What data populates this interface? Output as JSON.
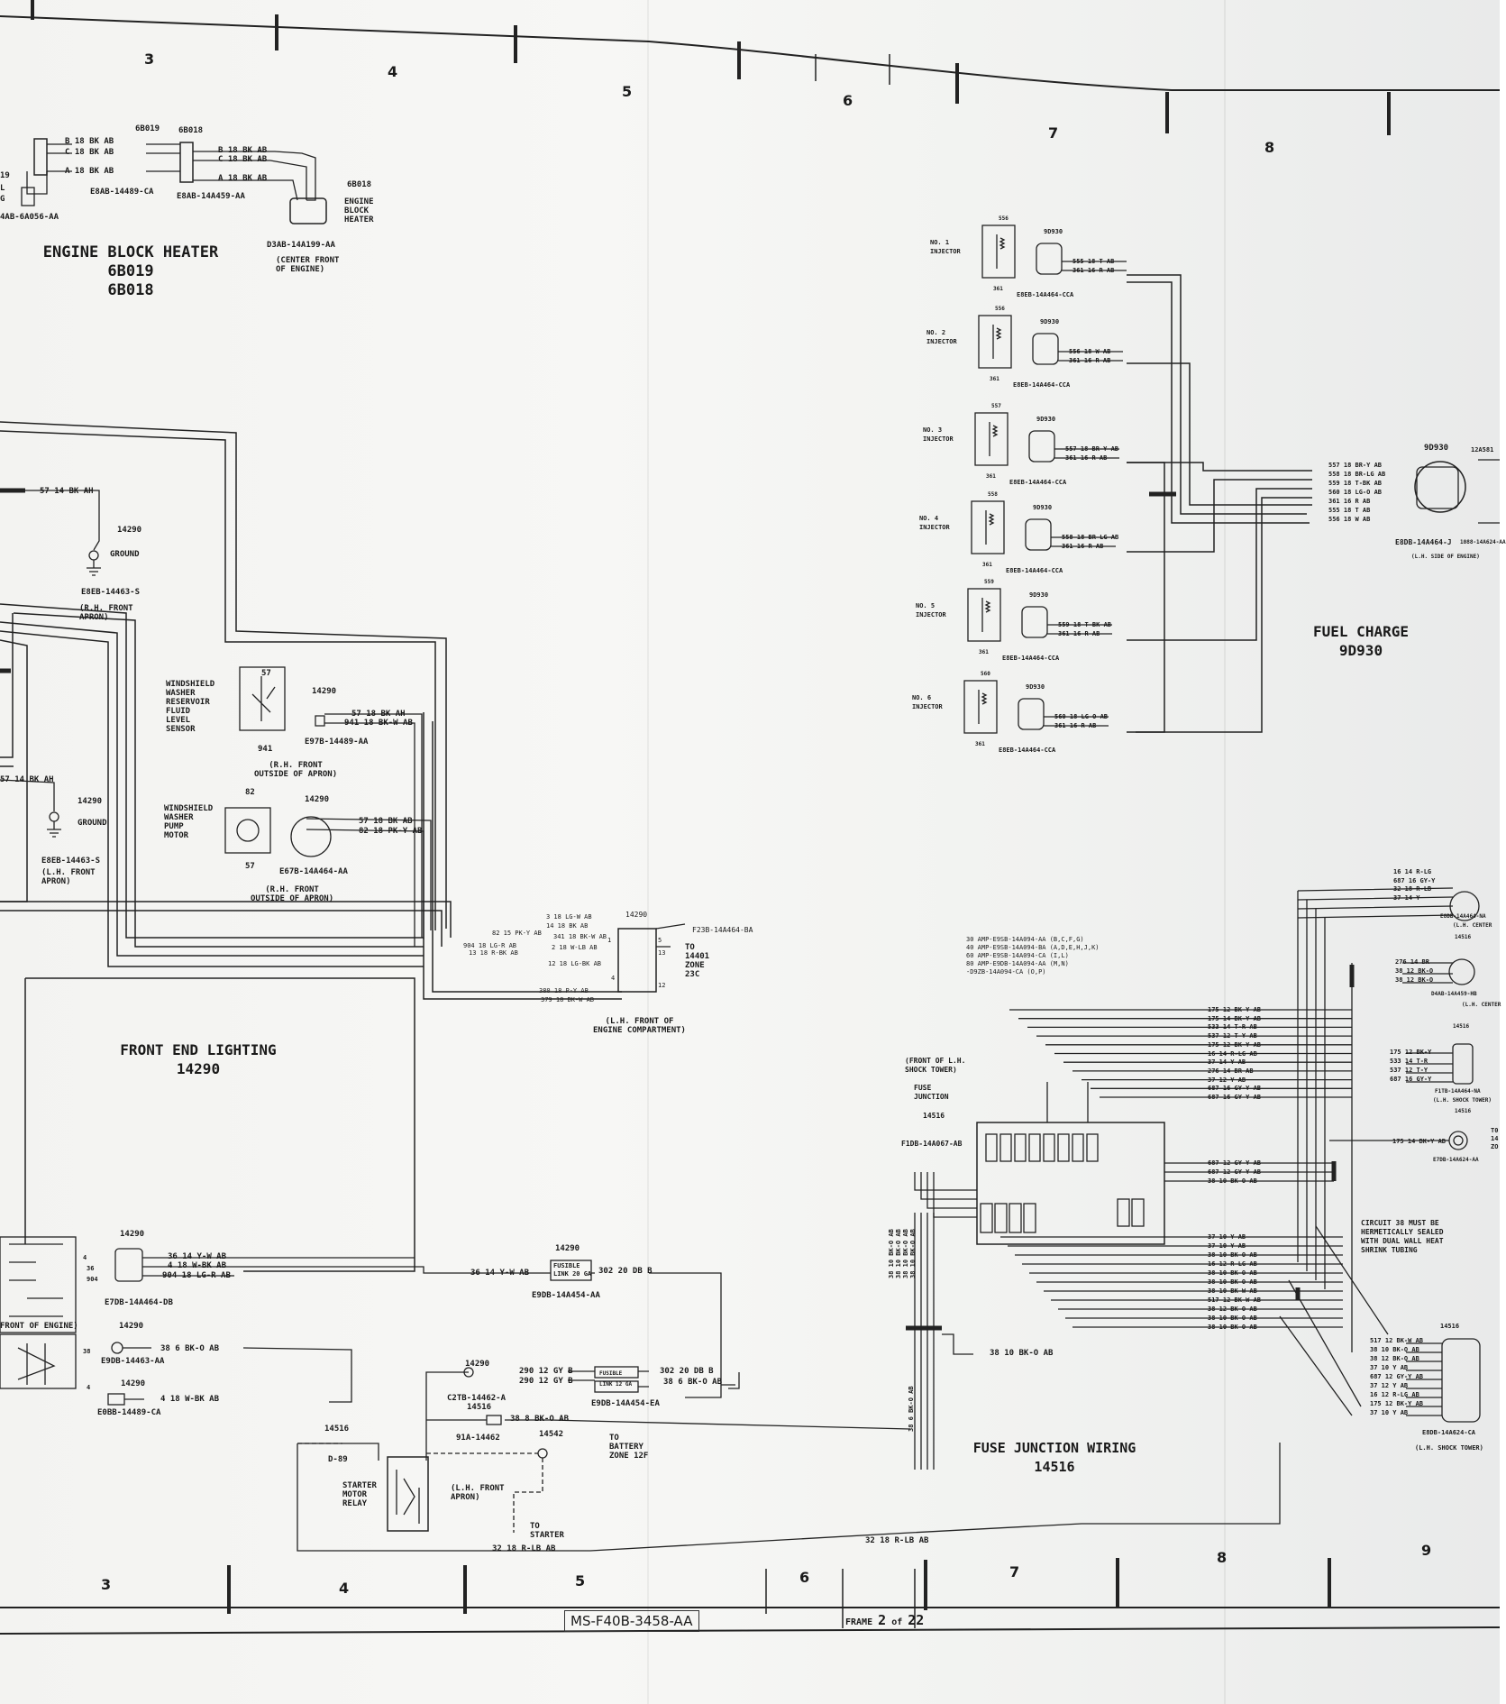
{
  "zones": {
    "top": [
      "3",
      "4",
      "5",
      "6",
      "7",
      "8"
    ],
    "bottom": [
      "3",
      "4",
      "5",
      "6",
      "7",
      "8",
      "9"
    ]
  },
  "titles": {
    "engine_block_heater": [
      "ENGINE BLOCK HEATER",
      "6B019",
      "6B018"
    ],
    "fuel_charge": [
      "FUEL CHARGE",
      "9D930"
    ],
    "front_end_lighting": [
      "FRONT END LIGHTING",
      "14290"
    ],
    "fuse_junction_wiring": [
      "FUSE JUNCTION WIRING",
      "14516"
    ]
  },
  "block_heater": {
    "c1_id": "6B019",
    "c1_wires": [
      "B 18 BK AB",
      "C 18 BK AB",
      "A 18 BK AB"
    ],
    "c1_part": "E8AB-14489-CA",
    "c2_id": "6B018",
    "c2_wires": [
      "B 18 BK AB",
      "C 18 BK AB",
      "A 18 BK AB"
    ],
    "c2_part": "E8AB-14A459-AA",
    "heater_id": "6B018",
    "heater_label": [
      "ENGINE",
      "BLOCK",
      "HEATER"
    ],
    "heater_part": "D3AB-14A199-AA",
    "heater_loc": [
      "(CENTER FRONT",
      "OF ENGINE)"
    ],
    "left_frag": [
      "19",
      "L",
      "G",
      "4AB-6A056-AA"
    ]
  },
  "injectors": [
    {
      "name": [
        "NO. 1",
        "INJECTOR"
      ],
      "top": "556",
      "conn": "9D930",
      "wires": [
        "555 18 T AB",
        "361 16 R AB"
      ],
      "part": "E8EB-14A464-CCA",
      "bot": "361"
    },
    {
      "name": [
        "NO. 2",
        "INJECTOR"
      ],
      "top": "556",
      "conn": "9D930",
      "wires": [
        "556 18 W AB",
        "361 16 R AB"
      ],
      "part": "E8EB-14A464-CCA",
      "bot": "361"
    },
    {
      "name": [
        "NO. 3",
        "INJECTOR"
      ],
      "top": "557",
      "conn": "9D930",
      "wires": [
        "557 18 BR-Y AB",
        "361 16 R AB"
      ],
      "part": "E8EB-14A464-CCA",
      "bot": "361"
    },
    {
      "name": [
        "NO. 4",
        "INJECTOR"
      ],
      "top": "558",
      "conn": "9D930",
      "wires": [
        "558 18 BR-LG AB",
        "361 16 R AB"
      ],
      "part": "E8EB-14A464-CCA",
      "bot": "361"
    },
    {
      "name": [
        "NO. 5",
        "INJECTOR"
      ],
      "top": "559",
      "conn": "9D930",
      "wires": [
        "559 18 T-BK AB",
        "361 16 R AB"
      ],
      "part": "E8EB-14A464-CCA",
      "bot": "361"
    },
    {
      "name": [
        "NO. 6",
        "INJECTOR"
      ],
      "top": "560",
      "conn": "9D930",
      "wires": [
        "560 18 LG-O AB",
        "361 16 R AB"
      ],
      "part": "E8EB-14A464-CCA",
      "bot": "361"
    }
  ],
  "fuel_main": {
    "conn": "9D930",
    "wires": [
      "557 18 BR-Y AB",
      "558 18 BR-LG AB",
      "559 18 T-BK AB",
      "560 18 LG-O AB",
      "361 16 R AB",
      "555 18 T AB",
      "556 18 W AB"
    ],
    "part": "E8DB-14A464-J",
    "part2": "1088-14A624-AA",
    "loc": "(L.H. SIDE OF ENGINE)",
    "right_id": "12A581"
  },
  "lighting": {
    "splice1": "57 14 BK AH",
    "ground1": {
      "id": "14290",
      "label": "GROUND",
      "part": "E8EB-14463-S",
      "loc": [
        "(R.H. FRONT",
        "APRON)"
      ]
    },
    "washer_sensor": {
      "label": [
        "WINDSHIELD",
        "WASHER",
        "RESERVOIR",
        "FLUID",
        "LEVEL",
        "SENSOR"
      ],
      "top": "57",
      "bot": "941",
      "conn": "14290",
      "wires": [
        "57 18 BK AH",
        "941 18 BK-W AB"
      ],
      "part": "E97B-14489-AA",
      "loc": [
        "(R.H. FRONT",
        "OUTSIDE OF APRON)"
      ]
    },
    "splice2": "57 14 BK AH",
    "ground2": {
      "id": "14290",
      "label": "GROUND",
      "part": "E8EB-14463-S",
      "loc": [
        "(L.H. FRONT",
        "APRON)"
      ]
    },
    "washer_pump": {
      "label": [
        "WINDSHIELD",
        "WASHER",
        "PUMP",
        "MOTOR"
      ],
      "top": "82",
      "bot": "57",
      "conn": "14290",
      "wires": [
        "57 18 BK AB",
        "82 18 PK-Y AB"
      ],
      "part": "E67B-14A464-AA",
      "loc": [
        "(R.H. FRONT",
        "OUTSIDE OF APRON)"
      ]
    },
    "bulkhead": {
      "id": "14290",
      "part": "F23B-14A464-BA",
      "wires": [
        "3 18 LG-W AB",
        "14 18 BK AB",
        "82 15 PK-Y AB",
        "341 18 BK-W AB",
        "904 18 LG-R AB",
        "2 18 W-LB AB",
        "13 18 R-BK AB",
        "12 18 LG-BK AB",
        "380 18 P-Y AB",
        "379 18 BK-W AB"
      ],
      "pins": [
        "1",
        "5",
        "13",
        "12",
        "4"
      ],
      "to": [
        "TO",
        "14401",
        "ZONE",
        "23C"
      ],
      "loc": [
        "(L.H. FRONT OF",
        "ENGINE COMPARTMENT)"
      ]
    },
    "lamp_conn": {
      "id": "14290",
      "wires": [
        "36 14 Y-W AB",
        "4 18 W-BK AB",
        "904 18 LG-R AB"
      ],
      "part": "E7DB-14A464-DB"
    },
    "left_pins": [
      "4",
      "36",
      "904",
      "38",
      "4"
    ],
    "left_loc": "FRONT OF ENGINE)",
    "conn2": {
      "id": "14290",
      "wire": "38 6 BK-O AB",
      "part": "E9DB-14463-AA"
    },
    "conn3": {
      "id": "14290",
      "wire": "4 18 W-BK AB",
      "part": "E0BB-14489-CA"
    },
    "fusible1": {
      "id": "14290",
      "label": [
        "FUSIBLE",
        "LINK 20 GA"
      ],
      "in": "36 14 Y-W AB",
      "out": "302 20 DB B",
      "part": "E9DB-14A454-AA"
    }
  },
  "starter": {
    "conn_id": "14290",
    "wires": [
      "290 12 GY B",
      "290 12 GY B"
    ],
    "part1": "C2TB-14462-A",
    "fusible": {
      "label": [
        "FUSIBLE",
        "LINK 12 GA"
      ],
      "out": [
        "302 20 DB B",
        "38 6 BK-O AB"
      ],
      "part": "E9DB-14A454-EA"
    },
    "c2_id": "14516",
    "c2_wire": "38 8 BK-O AB",
    "c2_part": "91A-14462",
    "c3_id": "14542",
    "battery": [
      "TO",
      "BATTERY",
      "ZONE 12F"
    ],
    "d_id": "14516",
    "d_code": "D-89",
    "relay_label": [
      "STARTER",
      "MOTOR",
      "RELAY"
    ],
    "relay_loc": [
      "(L.H. FRONT",
      "APRON)"
    ],
    "to_starter": [
      "TO",
      "STARTER"
    ],
    "wire_out": "32 18 R-LB AB",
    "wire_out2": "32 18 R-LB AB"
  },
  "fuse_junction": {
    "legend": [
      "30 AMP-E9SB-14A094-AA (B,C,F,G)",
      "40 AMP-E9SB-14A094-BA (A,D,E,H,J,K)",
      "60 AMP-E9SB-14A094-CA (I,L)",
      "80 AMP-E9DB-14A094-AA (M,N)",
      "-D9ZB-14A094-CA (O,P)"
    ],
    "loc_label": [
      "(FRONT OF L.H.",
      "SHOCK TOWER)"
    ],
    "label": [
      "FUSE",
      "JUNCTION"
    ],
    "id": "14516",
    "part": "F1DB-14A067-AB",
    "wires_top": [
      "175 12 BK-Y AB",
      "175 14 BK-Y AB",
      "533 14 T-R AB",
      "537 12 T-Y AB",
      "175 12 BK-Y AB",
      "16 14 R-LG AB",
      "37 14 Y AB",
      "276 14 BR AB",
      "37 12 Y AB",
      "687 16 GY-Y AB",
      "687 16 GY-Y AB"
    ],
    "wires_mid": [
      "687 12 GY-Y AB",
      "687 12 GY-Y AB",
      "38 10 BK-O AB"
    ],
    "wires_bot": [
      "37 10 Y AB",
      "37 10 Y AB",
      "38 10 BK-O AB",
      "16 12 R-LG AB",
      "38 10 BK-O AB",
      "38 10 BK-O AB",
      "38 10 BK-W AB",
      "517 12 BK-W AB",
      "38 12 BK-O AB",
      "38 10 BK-O AB",
      "38 10 BK-O AB"
    ],
    "wire_low": "38 10 BK-O AB",
    "vert_labels": [
      "38 10 BK-O AB",
      "38 10 BK-O AB",
      "38 10 BK-O AB",
      "38 10 BK-O AB"
    ],
    "vert_main": "38 6 BK-O AB",
    "circuit_note": [
      "CIRCUIT 38 MUST BE",
      "HERMETICALLY SEALED",
      "WITH DUAL WALL HEAT",
      "SHRINK TUBING"
    ]
  },
  "right_conns": {
    "a": {
      "wires": [
        "16 14 R-LG",
        "687 16 GY-Y",
        "32 18 R-LB",
        "37 14 Y"
      ],
      "part": "E8DB-14A464-NA",
      "loc": "(L.H. CENTER"
    },
    "b": {
      "id": "14516",
      "wires": [
        "276 14 BR",
        "38 12 BK-O",
        "38 12 BK-O"
      ],
      "part": "D4AB-14A459-HB",
      "loc": "(L.H. CENTER"
    },
    "c": {
      "id": "14516",
      "wires": [
        "175 12 BK-Y",
        "533 14 T-R",
        "537 12 T-Y",
        "687 16 GY-Y"
      ],
      "part": "F1TB-14A464-NA",
      "loc": "(L.H. SHOCK TOWER)"
    },
    "d": {
      "id": "14516",
      "wire": "175 14 BK-Y AB",
      "part": "E7DB-14A624-AA",
      "side": [
        "T0",
        "14",
        "ZO"
      ]
    },
    "e": {
      "id": "14516",
      "wires": [
        "517 12 BK-W AB",
        "38 10 BK-O AB",
        "38 12 BK-O AB",
        "37 10 Y AB",
        "687 12 GY-Y AB",
        "37 12 Y AB",
        "16 12 R-LG AB",
        "175 12 BK-Y AB",
        "37 10 Y AB"
      ],
      "part": "E8DB-14A624-CA",
      "loc": "(L.H. SHOCK TOWER)"
    }
  },
  "footer": {
    "part_number": "MS-F40B-3458-AA",
    "frame_label": "FRAME",
    "frame_num": "2",
    "frame_of": "of",
    "frame_total": "22"
  }
}
